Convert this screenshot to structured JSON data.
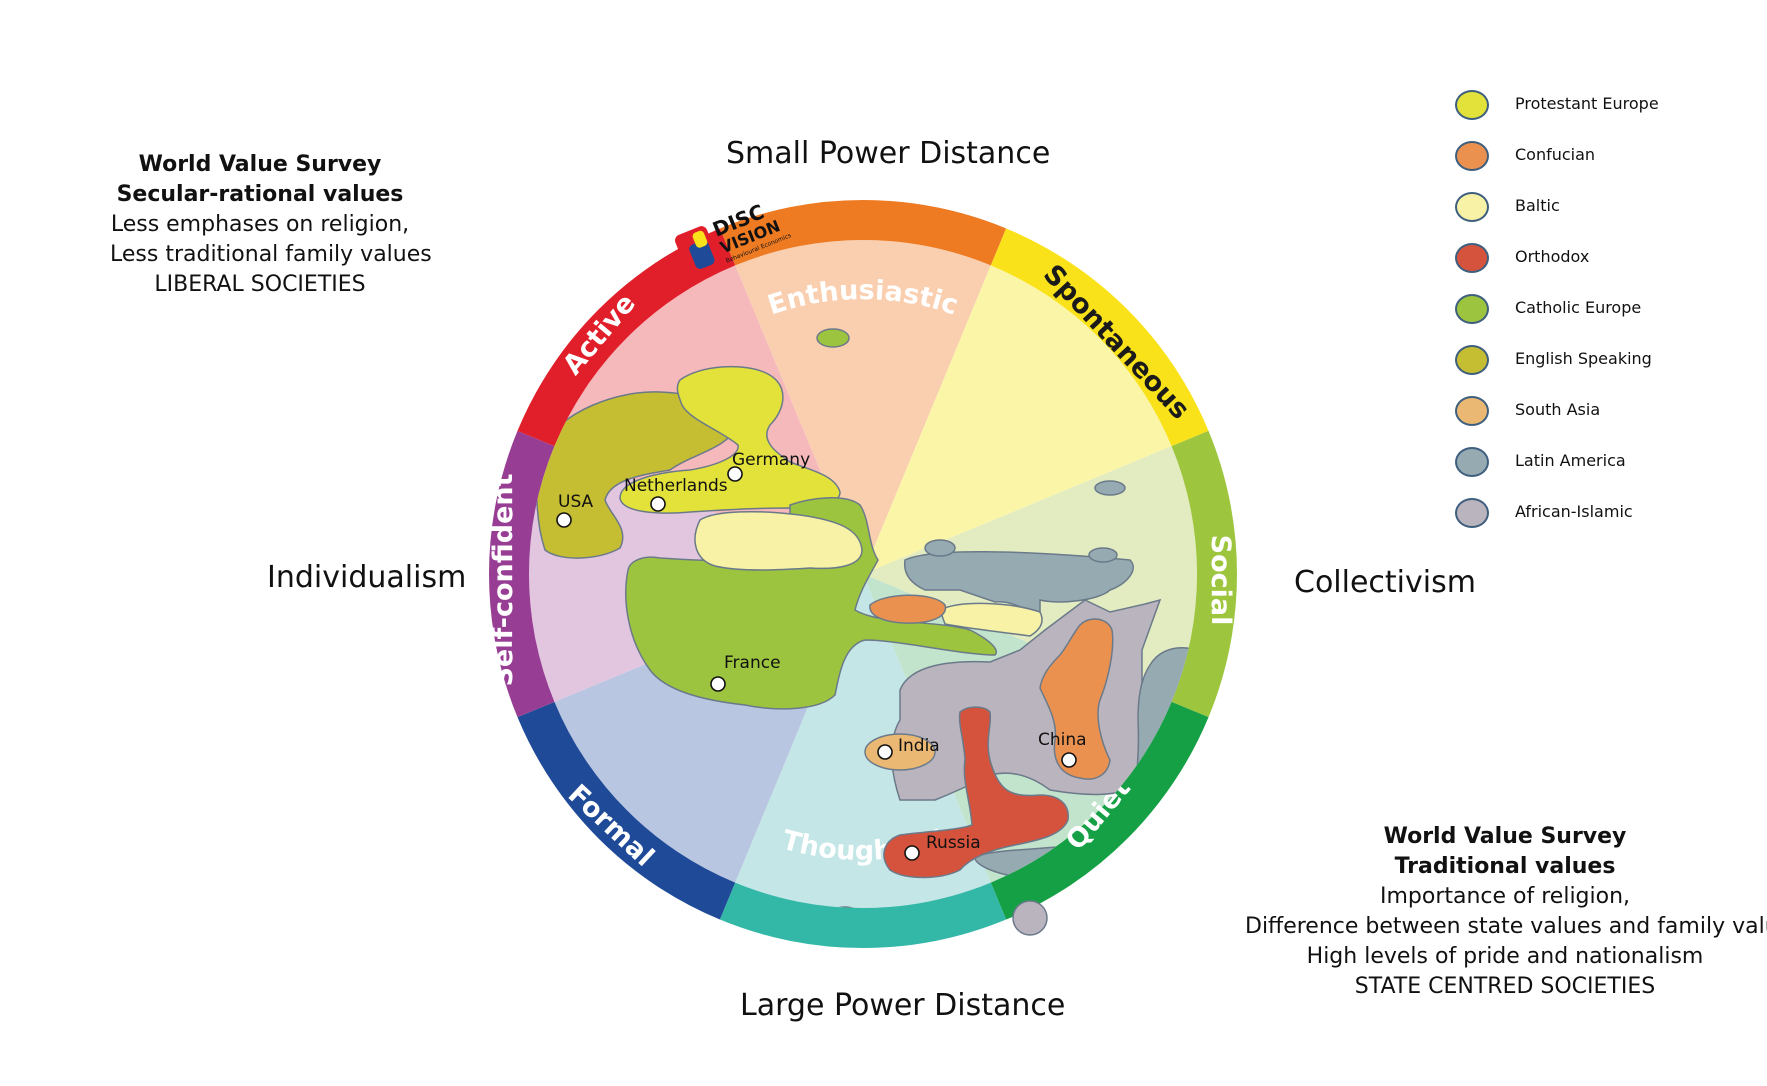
{
  "axes": {
    "top": "Small Power Distance",
    "bottom": "Large Power Distance",
    "left": "Individualism",
    "right": "Collectivism"
  },
  "wvs_secular": {
    "heading": "World Value Survey",
    "subheading": "Secular-rational values",
    "lines": [
      "Less emphases on religion,",
      "Less traditional family values",
      "LIBERAL SOCIETIES"
    ]
  },
  "wvs_traditional": {
    "heading": "World Value Survey",
    "subheading": "Traditional values",
    "lines": [
      "Importance of religion,",
      "Difference between state values and family values",
      "High levels of pride and nationalism",
      "STATE CENTRED SOCIETIES"
    ]
  },
  "segments": [
    {
      "label": "Enthusiastic",
      "color": "#ee7a22",
      "fill": "#f9cfb0"
    },
    {
      "label": "Spontaneous",
      "color": "#f9e21a",
      "fill": "#fbf5a8"
    },
    {
      "label": "Social",
      "color": "#9dc63e",
      "fill": "#e3ecc0"
    },
    {
      "label": "Quiet",
      "color": "#15a045",
      "fill": "#c2e3cc"
    },
    {
      "label": "Thoughtful",
      "color": "#33b8a8",
      "fill": "#c4e6e6"
    },
    {
      "label": "Formal",
      "color": "#1f4a98",
      "fill": "#b9c6e1"
    },
    {
      "label": "Self-confident",
      "color": "#973e94",
      "fill": "#e2c6e0"
    },
    {
      "label": "Active",
      "color": "#e11f2a",
      "fill": "#f5b8bb"
    }
  ],
  "logo": {
    "line1": "DISC",
    "line2": "VISION",
    "line3": "Behavioural Economics"
  },
  "countries": {
    "usa": "USA",
    "netherlands": "Netherlands",
    "germany": "Germany",
    "france": "France",
    "india": "India",
    "china": "China",
    "russia": "Russia"
  },
  "legend": [
    {
      "label": "Protestant Europe",
      "color": "#e2e23a"
    },
    {
      "label": "Confucian",
      "color": "#eb9150"
    },
    {
      "label": "Baltic",
      "color": "#f7f2a6"
    },
    {
      "label": "Orthodox",
      "color": "#d5533c"
    },
    {
      "label": "Catholic Europe",
      "color": "#9dc43e"
    },
    {
      "label": "English Speaking",
      "color": "#c5bd32"
    },
    {
      "label": "South Asia",
      "color": "#eab872"
    },
    {
      "label": "Latin America",
      "color": "#96aab2"
    },
    {
      "label": "African-Islamic",
      "color": "#b9b4bd"
    }
  ]
}
